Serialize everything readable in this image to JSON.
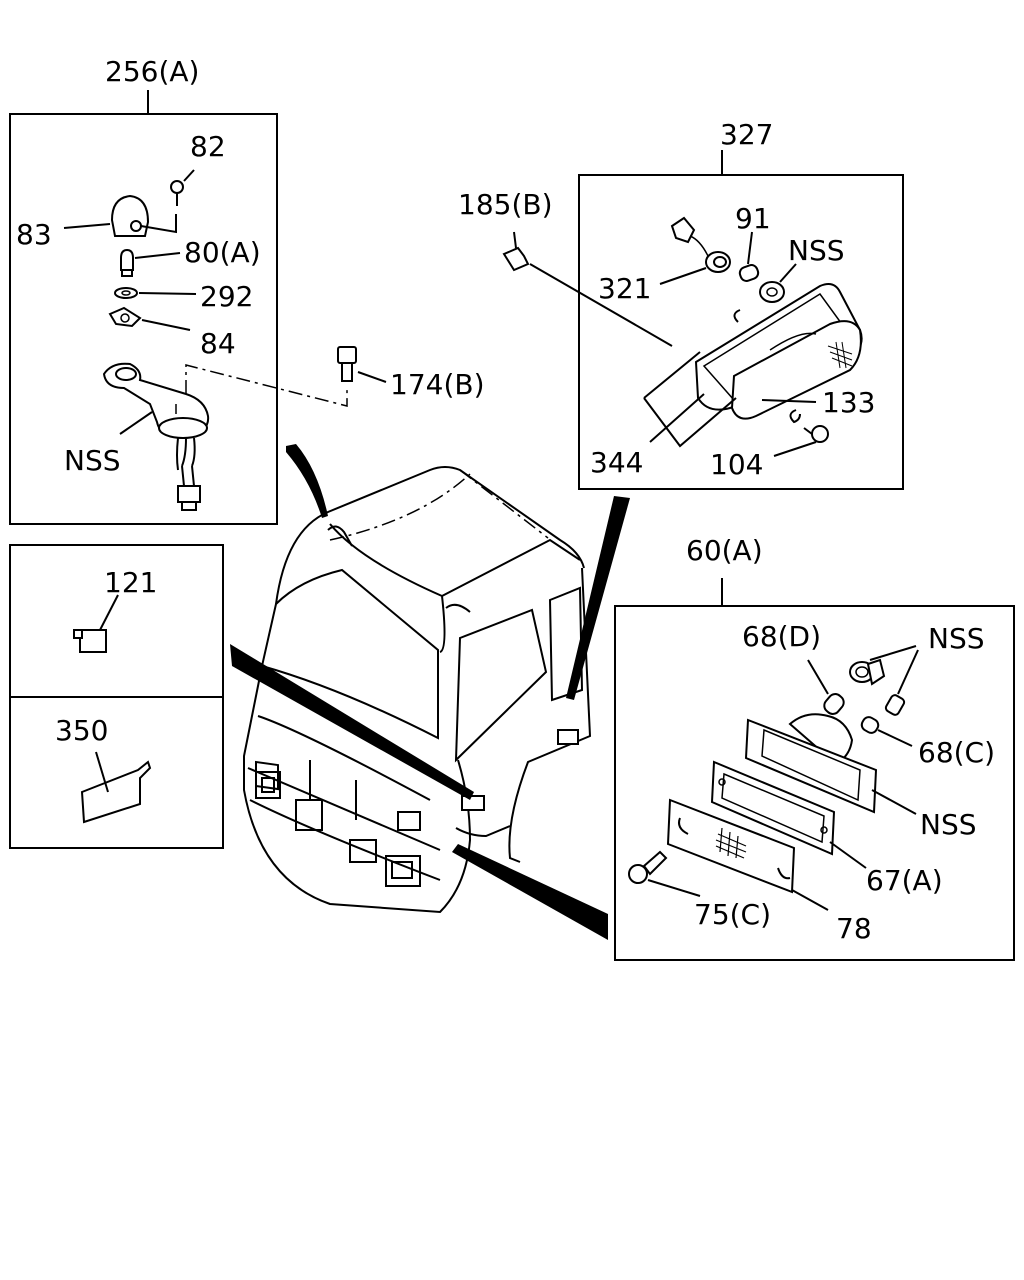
{
  "labels": {
    "group_256a": "256(A)",
    "p82": "82",
    "p83": "83",
    "p80a": "80(A)",
    "p292": "292",
    "p84": "84",
    "nss_mirror": "NSS",
    "p174b": "174(B)",
    "p185b": "185(B)",
    "group_327": "327",
    "p91": "91",
    "nss_lamp": "NSS",
    "p321": "321",
    "p133": "133",
    "p344": "344",
    "p104": "104",
    "p121": "121",
    "p350": "350",
    "group_60a": "60(A)",
    "p68d": "68(D)",
    "nss_socket": "NSS",
    "p68c": "68(C)",
    "nss_housing": "NSS",
    "p67a": "67(A)",
    "p75c": "75(C)",
    "p78": "78"
  }
}
